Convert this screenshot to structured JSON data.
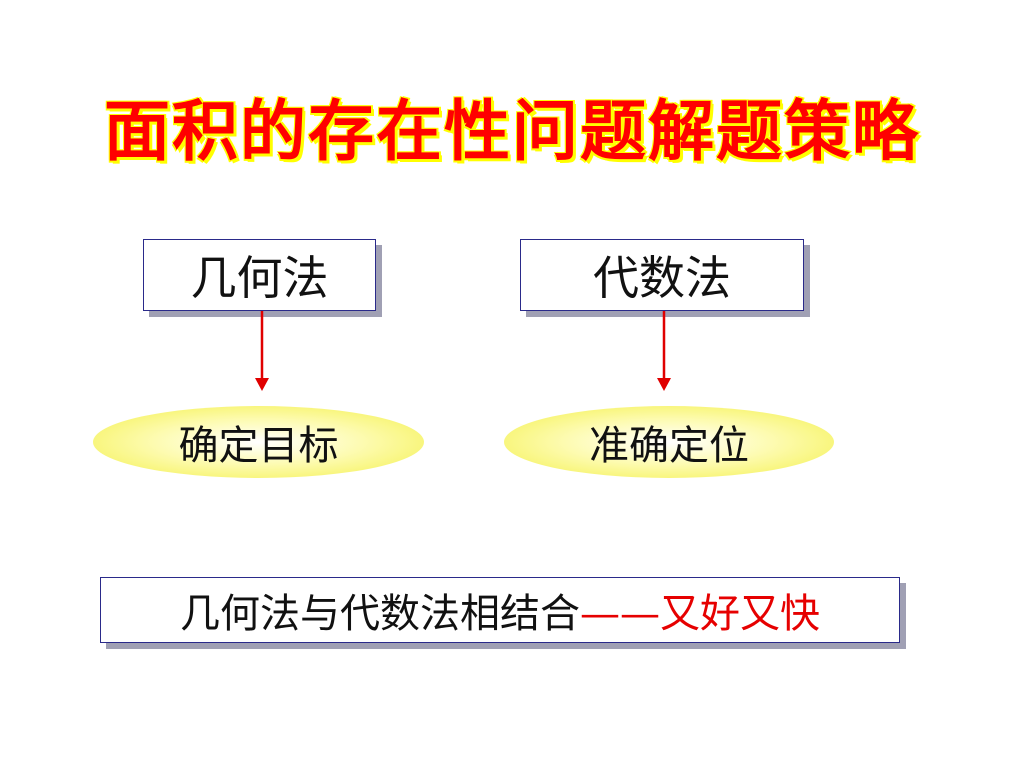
{
  "title": "面积的存在性问题解题策略",
  "methods": [
    {
      "label": "几何法",
      "goal": "确定目标"
    },
    {
      "label": "代数法",
      "goal": "准确定位"
    }
  ],
  "conclusion": {
    "text": "几何法与代数法相结合",
    "accent": "——又好又快"
  },
  "colors": {
    "title": "#ff0000",
    "title_shadow": "#ffff00",
    "arrow": "#e00000",
    "ellipse_fill": "#f3f045",
    "accent": "#e60000"
  }
}
